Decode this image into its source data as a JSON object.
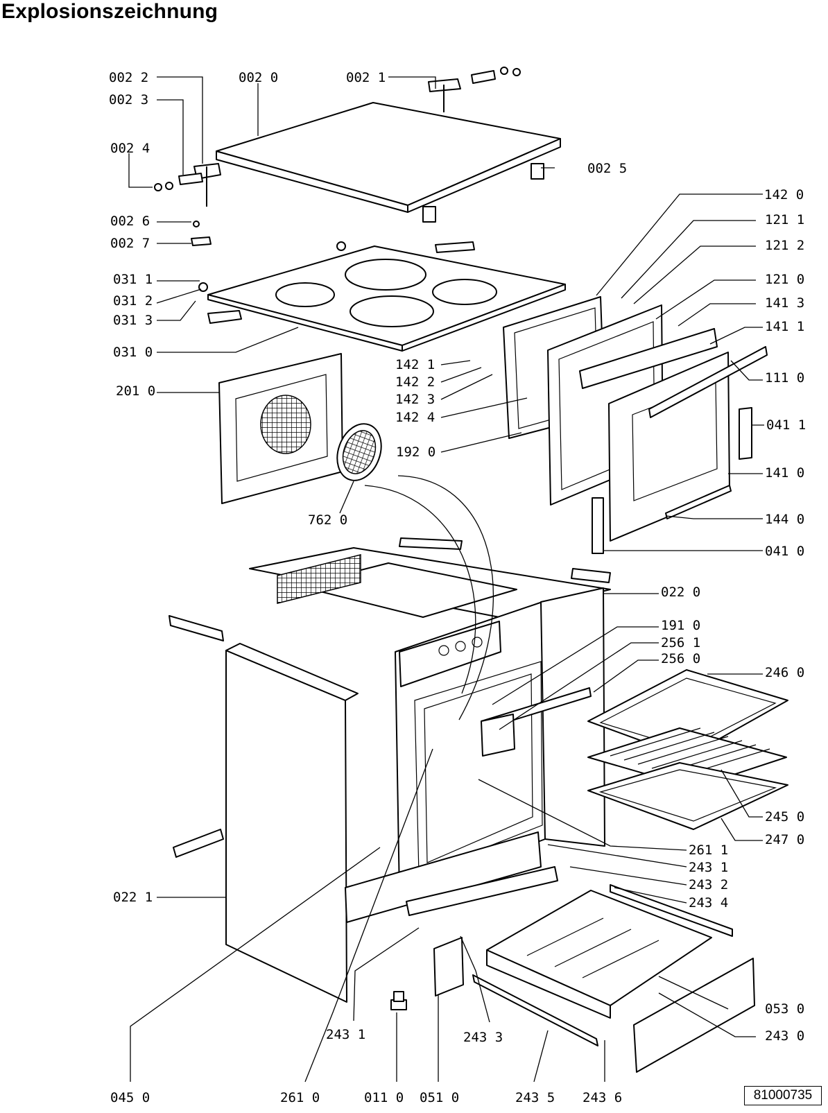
{
  "title": "Explosionszeichnung",
  "reference_number": "81000735",
  "part_labels": [
    "002 2",
    "002 0",
    "002 1",
    "002 3",
    "002 4",
    "002 5",
    "002 6",
    "002 7",
    "031 1",
    "031 2",
    "031 3",
    "031 0",
    "142 0",
    "121 1",
    "121 2",
    "121 0",
    "141 3",
    "141 1",
    "142 1",
    "142 2",
    "142 3",
    "142 4",
    "111 0",
    "041 1",
    "201 0",
    "192 0",
    "141 0",
    "762 0",
    "144 0",
    "041 0",
    "022 0",
    "191 0",
    "256 1",
    "256 0",
    "246 0",
    "245 0",
    "247 0",
    "261 1",
    "243 1",
    "243 2",
    "243 4",
    "022 1",
    "053 0",
    "243 0",
    "243 1",
    "243 3",
    "045 0",
    "261 0",
    "011 0",
    "051 0",
    "243 5",
    "243 6"
  ]
}
